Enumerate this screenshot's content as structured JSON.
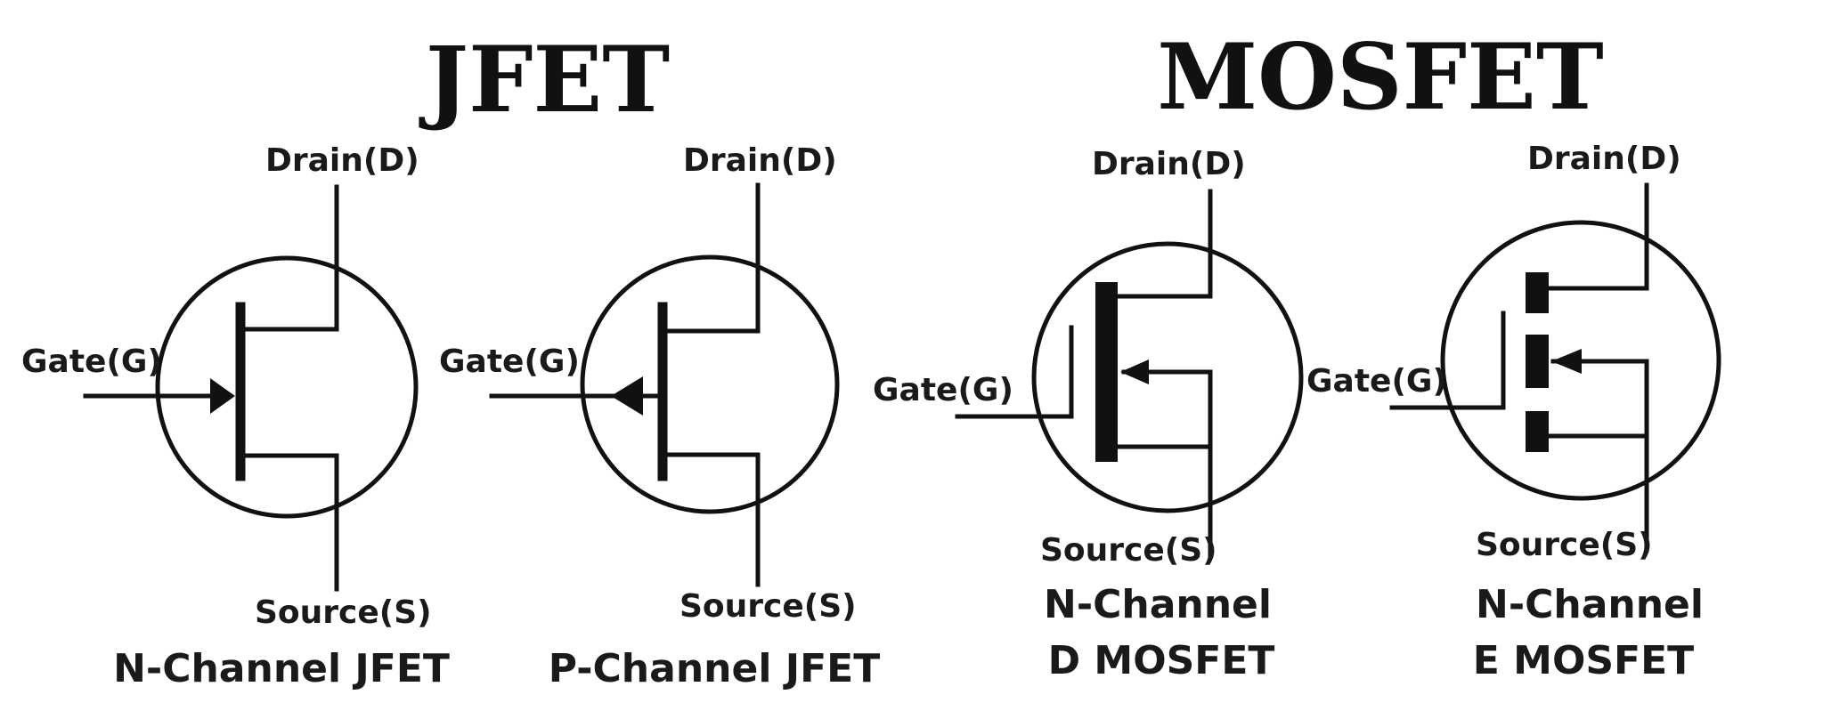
{
  "headings": {
    "jfet": "JFET",
    "mosfet": "MOSFET"
  },
  "symbols": [
    {
      "drain": "Drain(D)",
      "gate": "Gate(G)",
      "source": "Source(S)",
      "caption": [
        "N-Channel JFET"
      ]
    },
    {
      "drain": "Drain(D)",
      "gate": "Gate(G)",
      "source": "Source(S)",
      "caption": [
        "P-Channel JFET"
      ]
    },
    {
      "drain": "Drain(D)",
      "gate": "Gate(G)",
      "source": "Source(S)",
      "caption": [
        "N-Channel",
        "D MOSFET"
      ]
    },
    {
      "drain": "Drain(D)",
      "gate": "Gate(G)",
      "source": "Source(S)",
      "caption": [
        "N-Channel",
        "E MOSFET"
      ]
    }
  ],
  "colors": {
    "ink": "#111111",
    "background": "#ffffff"
  }
}
